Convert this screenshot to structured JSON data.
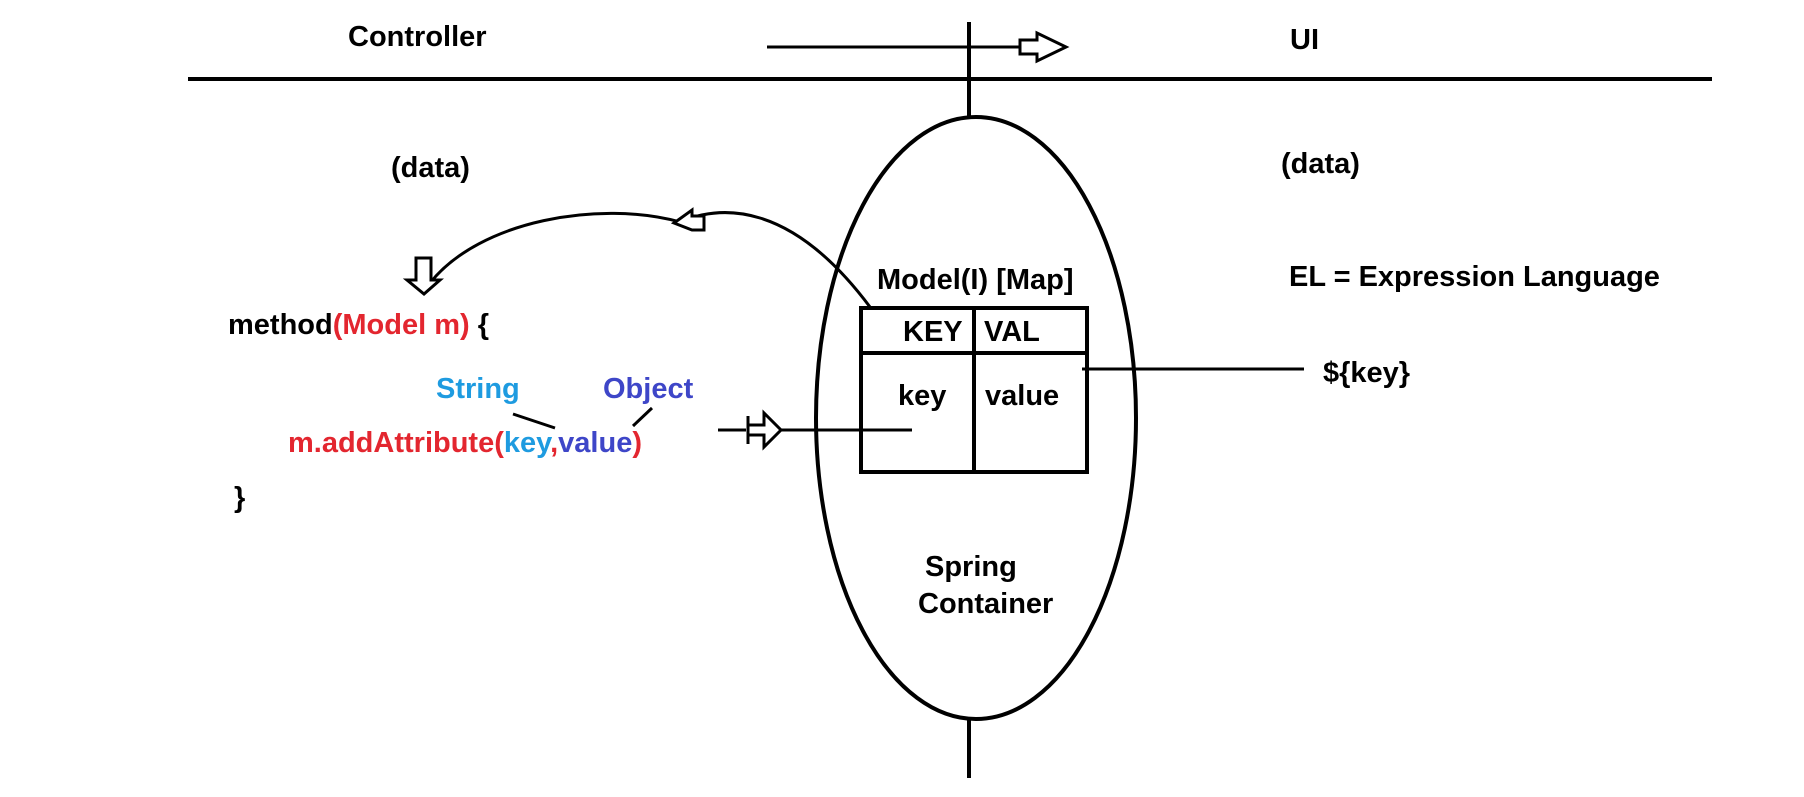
{
  "sections": {
    "left_title": "Controller",
    "right_title": "UI",
    "left_data": "(data)",
    "right_data": "(data)"
  },
  "container": {
    "model_title": "Model(I) [Map]",
    "table_header": {
      "key": "KEY",
      "val": "VAL"
    },
    "table_row": {
      "key": "key",
      "val": "value"
    },
    "label_line1": "Spring",
    "label_line2": "Container"
  },
  "code": {
    "method_prefix": "method",
    "method_param": "(Model m)",
    "method_open": " {",
    "call_name": "m.addAttribute(",
    "call_key": "key",
    "call_comma": ",",
    "call_value": "value",
    "call_close": ")",
    "close_brace": "}",
    "type_string": "String",
    "type_object": "Object"
  },
  "ui_side": {
    "el_definition": "EL = Expression Language",
    "el_syntax": "${key}"
  },
  "colors": {
    "ink": "#000000",
    "red": "#e3262f",
    "cyan": "#1e9be0",
    "blue": "#3e46c8"
  }
}
